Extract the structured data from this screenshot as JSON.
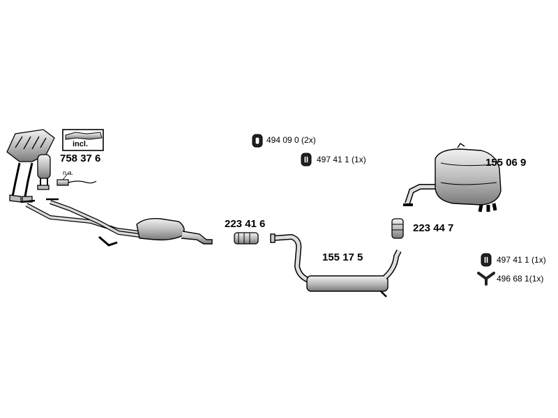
{
  "parts": {
    "manifold": {
      "number": "758 37 6",
      "incl_label": "incl.",
      "na_label": "n.a."
    },
    "middle_coupler": {
      "number": "223 41 6"
    },
    "middle_muffler": {
      "number": "155 17 5"
    },
    "rear_coupler": {
      "number": "223 44 7"
    },
    "rear_muffler": {
      "number": "155 06 9"
    }
  },
  "accessories": [
    {
      "text": "494 09 0 (2x)",
      "icon": "rubber-ring-icon"
    },
    {
      "text": "497 41 1 (1x)",
      "icon": "rubber-hanger-icon"
    },
    {
      "text": "497 41 1 (1x)",
      "icon": "rubber-hanger-icon"
    },
    {
      "text": "496 68 1(1x)",
      "icon": "bracket-v-icon"
    }
  ],
  "colors": {
    "line": "#000000",
    "part_fill": "#cfcfcf",
    "part_dark": "#8a8a8a"
  }
}
